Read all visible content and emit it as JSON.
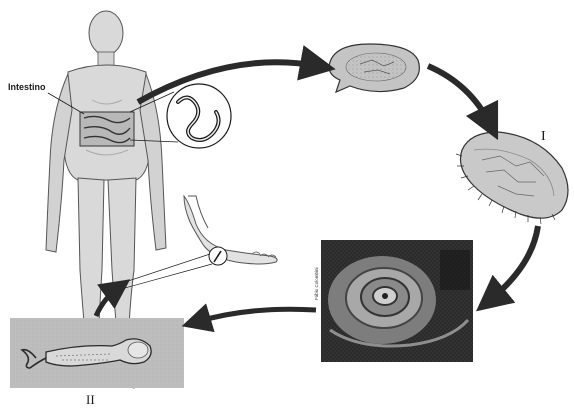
{
  "labels": {
    "organ": "Intestino",
    "stage_one": "I",
    "stage_two": "II",
    "photo_credit": "Fábio Colombini"
  },
  "colors": {
    "ink": "#1a1a1a",
    "body_fill": "#d9d9d9",
    "organism_fill": "#bdbdbd",
    "photo_dark": "#2b2b2b",
    "photo_mid": "#7d7d7d",
    "photo_light": "#cfcfcf"
  },
  "icons": {
    "body": "human-figure",
    "intestine": "intestine",
    "worm": "worm",
    "foot": "foot",
    "cyst": "cyst",
    "trophozoite": "ciliate",
    "snail_photo": "photo",
    "larva_photo": "photo"
  }
}
